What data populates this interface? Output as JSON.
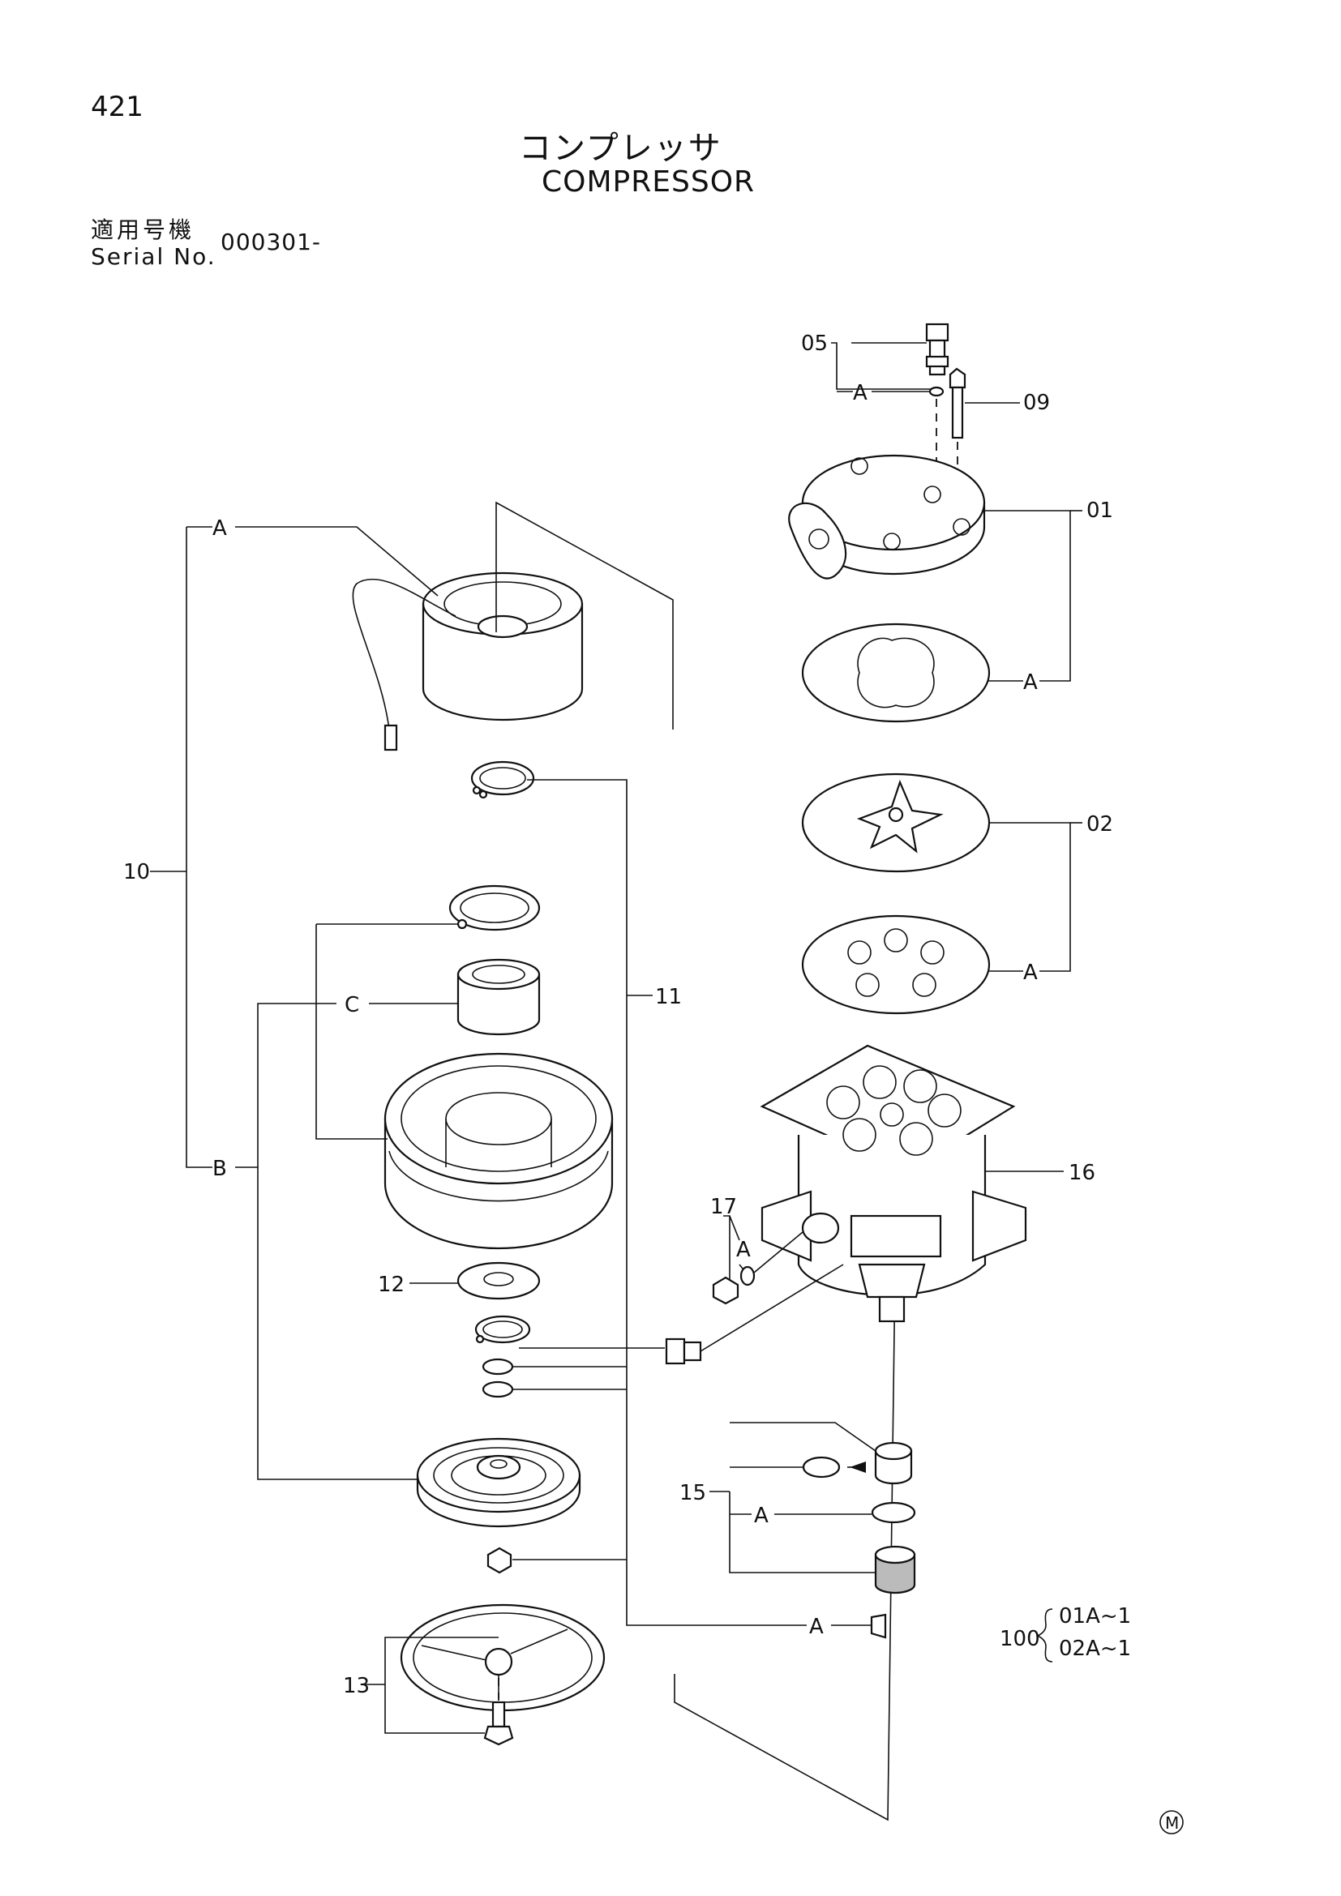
{
  "header": {
    "page_number": "421",
    "title_jp": "コンプレッサ",
    "title_en": "COMPRESSOR",
    "serial_label_jp": "適用号機",
    "serial_label_en": "Serial No.",
    "serial_value": "000301-"
  },
  "callouts": {
    "p01": "01",
    "p02": "02",
    "p05": "05",
    "p09": "09",
    "p10": "10",
    "p11": "11",
    "p12": "12",
    "p13": "13",
    "p15": "15",
    "p16": "16",
    "p17": "17",
    "p100": "100",
    "kit_a": "01A~1",
    "kit_b": "02A~1"
  },
  "letters": {
    "a": "A",
    "b": "B",
    "c": "C"
  },
  "footer": {
    "mark": "M"
  }
}
